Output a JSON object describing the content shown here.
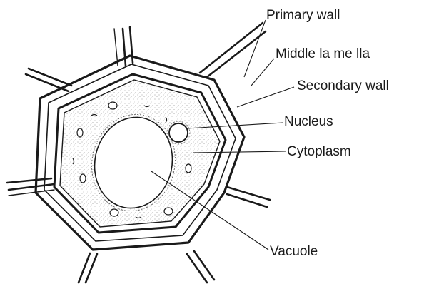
{
  "labels": {
    "primary_wall": "Primary wall",
    "middle_lamella": "la me lla",
    "middle_lamella_prefix": "Middle",
    "secondary_wall": "Secondary wall",
    "nucleus": "Nucleus",
    "cytoplasm": "Cytoplasm",
    "vacuole": "Vacuole"
  },
  "colors": {
    "ink": "#1a1a1a",
    "stipple": "#8a8a8a",
    "background": "#ffffff"
  }
}
